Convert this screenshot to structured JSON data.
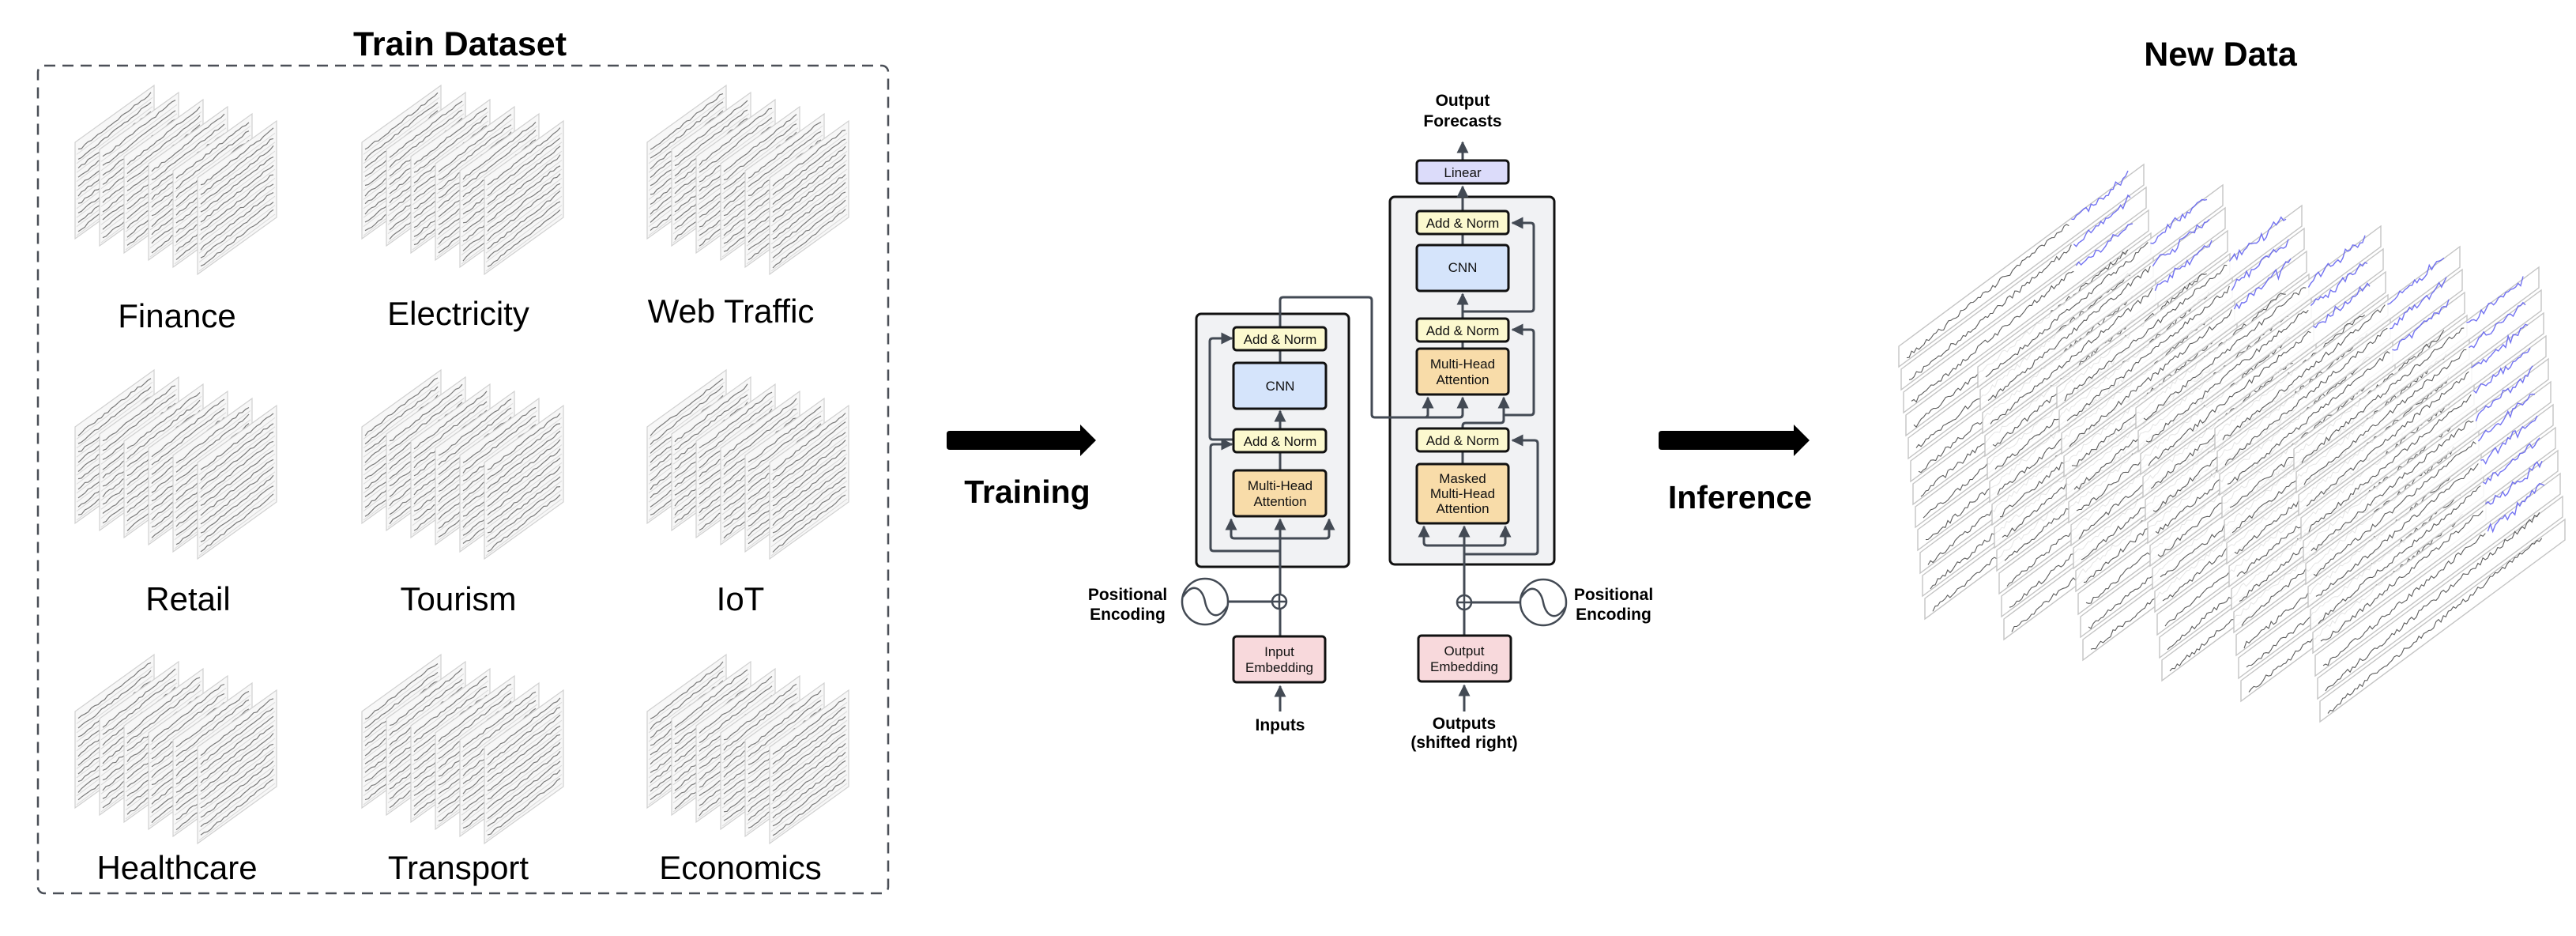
{
  "train_dataset": {
    "title": "Train Dataset",
    "categories": [
      "Finance",
      "Electricity",
      "Web Traffic",
      "Retail",
      "Tourism",
      "IoT",
      "Healthcare",
      "Transport",
      "Economics"
    ],
    "sheets_per_category": 6,
    "rows_per_sheet": 10
  },
  "training_arrow": {
    "label": "Training",
    "icon": "right-arrow-icon"
  },
  "inference_arrow": {
    "label": "Inference",
    "icon": "right-arrow-icon"
  },
  "model": {
    "output_label_line1": "Output",
    "output_label_line2": "Forecasts",
    "linear": "Linear",
    "encoder": {
      "add_norm_top": "Add & Norm",
      "cnn": "CNN",
      "add_norm_bottom": "Add & Norm",
      "attention_line1": "Multi-Head",
      "attention_line2": "Attention",
      "embedding_line1": "Input",
      "embedding_line2": "Embedding",
      "input_label": "Inputs",
      "positional_line1": "Positional",
      "positional_line2": "Encoding"
    },
    "decoder": {
      "add_norm_top": "Add & Norm",
      "cnn": "CNN",
      "add_norm_middle": "Add & Norm",
      "cross_attention_line1": "Multi-Head",
      "cross_attention_line2": "Attention",
      "add_norm_bottom": "Add & Norm",
      "masked_line1": "Masked",
      "masked_line2": "Multi-Head",
      "masked_line3": "Attention",
      "embedding_line1": "Output",
      "embedding_line2": "Embedding",
      "output_label_line1": "Outputs",
      "output_label_line2": "(shifted right)",
      "positional_line1": "Positional",
      "positional_line2": "Encoding"
    },
    "colors": {
      "add_norm": "#fcf9cf",
      "cnn": "#d5e4fb",
      "attention": "#f8dca9",
      "embedding": "#f8d9dc",
      "linear": "#dcdcfa",
      "block_bg": "#f1f2f4"
    }
  },
  "new_data": {
    "title": "New Data",
    "sheets": 6,
    "rows_per_sheet": 12,
    "forecast_color": "#5b5bf0"
  }
}
